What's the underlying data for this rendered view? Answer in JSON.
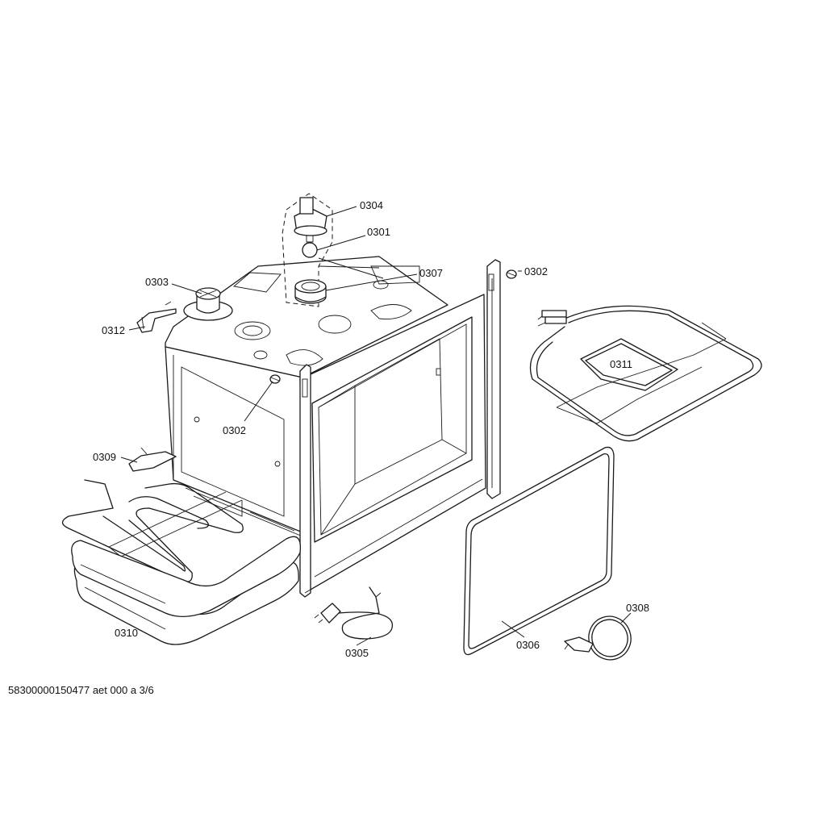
{
  "callouts": {
    "p0301": "0301",
    "p0302a": "0302",
    "p0302b": "0302",
    "p0303": "0303",
    "p0304": "0304",
    "p0305": "0305",
    "p0306": "0306",
    "p0307": "0307",
    "p0308": "0308",
    "p0309": "0309",
    "p0310": "0310",
    "p0311": "0311",
    "p0312": "0312"
  },
  "footer": {
    "drawing_id": "58300000150477 aet 000 a 3/6"
  },
  "colors": {
    "line": "#1a1a1a",
    "background": "#ffffff"
  }
}
